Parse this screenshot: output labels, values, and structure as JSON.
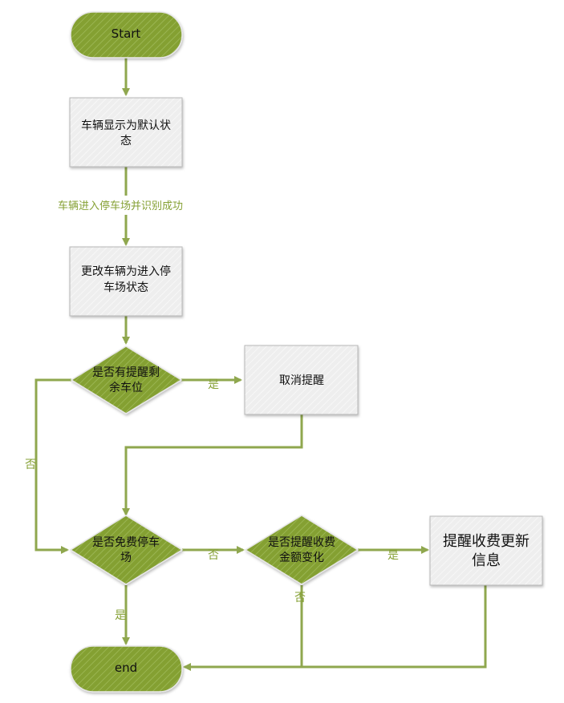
{
  "colors": {
    "line": "#8FA74E",
    "terminal_fill": "#84A030",
    "decision_fill": "#86A135",
    "process_fill": "#EDEDED",
    "process_stroke": "#B8B8B8",
    "label": "#86A135",
    "text": "#111111"
  },
  "nodes": {
    "start": "Start",
    "default_state_l1": "车辆显示为默认状",
    "default_state_l2": "态",
    "change_state_l1": "更改车辆为进入停",
    "change_state_l2": "车场状态",
    "has_space_l1": "是否有提醒剩",
    "has_space_l2": "余车位",
    "cancel_reminder": "取消提醒",
    "free_parking_l1": "是否免费停车",
    "free_parking_l2": "场",
    "fee_change_l1": "是否提醒收费",
    "fee_change_l2": "金额变化",
    "update_fee_l1": "提醒收费更新",
    "update_fee_l2": "信息",
    "end": "end"
  },
  "edge_labels": {
    "entered": "车辆进入停车场并识别成功",
    "yes_cancel": "是",
    "no_space": "否",
    "no_free": "否",
    "yes_update": "是",
    "no_fee": "否",
    "yes_end": "是"
  }
}
